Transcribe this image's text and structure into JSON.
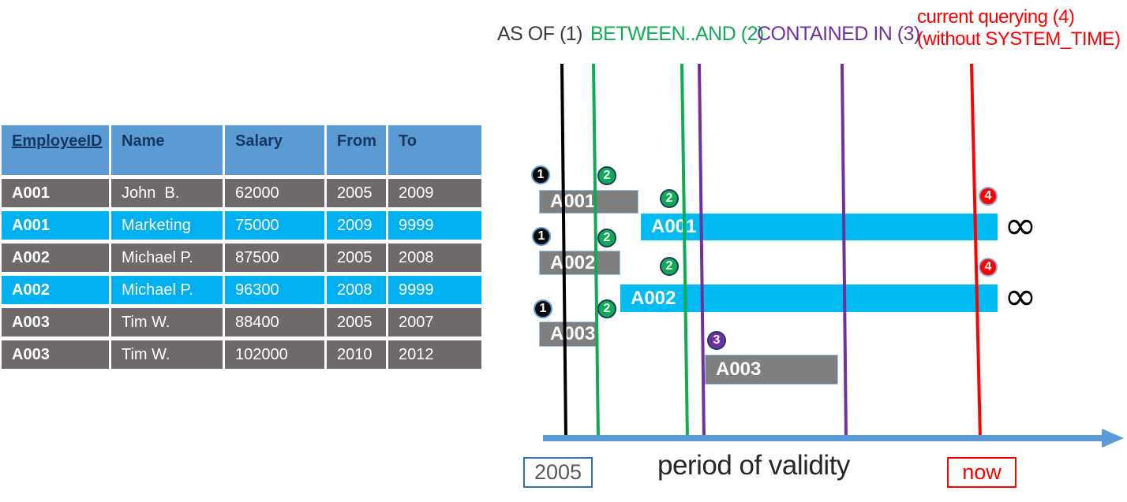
{
  "legend": {
    "as_of": "AS OF (1)",
    "between_and": "BETWEEN..AND (2)",
    "contained_in": "CONTAINED IN (3)",
    "current_querying_line1": "current querying (4)",
    "current_querying_line2": "(without SYSTEM_TIME)"
  },
  "table": {
    "headers": [
      "EmployeeID",
      "Name",
      "Salary",
      "From",
      "To"
    ],
    "rows": [
      {
        "cells": [
          "A001",
          "John  B.",
          "62000",
          "2005",
          "2009"
        ],
        "highlighted": false
      },
      {
        "cells": [
          "A001",
          "Marketing",
          "75000",
          "2009",
          "9999"
        ],
        "highlighted": true
      },
      {
        "cells": [
          "A002",
          "Michael P.",
          "87500",
          "2005",
          "2008"
        ],
        "highlighted": false
      },
      {
        "cells": [
          "A002",
          "Michael P.",
          "96300",
          "2008",
          "9999"
        ],
        "highlighted": true
      },
      {
        "cells": [
          "A003",
          "Tim W.",
          "88400",
          "2005",
          "2007"
        ],
        "highlighted": false
      },
      {
        "cells": [
          "A003",
          "Tim W.",
          "102000",
          "2010",
          "2012"
        ],
        "highlighted": false
      }
    ]
  },
  "diagram": {
    "bars": [
      {
        "label": "A001",
        "kind": "history"
      },
      {
        "label": "A001",
        "kind": "current"
      },
      {
        "label": "A002",
        "kind": "history"
      },
      {
        "label": "A002",
        "kind": "current"
      },
      {
        "label": "A003",
        "kind": "history"
      },
      {
        "label": "A003",
        "kind": "history"
      }
    ],
    "badges": [
      {
        "number": "1",
        "query": "AS OF"
      },
      {
        "number": "2",
        "query": "BETWEEN..AND"
      },
      {
        "number": "2",
        "query": "BETWEEN..AND"
      },
      {
        "number": "1",
        "query": "AS OF"
      },
      {
        "number": "2",
        "query": "BETWEEN..AND"
      },
      {
        "number": "2",
        "query": "BETWEEN..AND"
      },
      {
        "number": "1",
        "query": "AS OF"
      },
      {
        "number": "2",
        "query": "BETWEEN..AND"
      },
      {
        "number": "3",
        "query": "CONTAINED IN"
      },
      {
        "number": "4",
        "query": "current querying"
      },
      {
        "number": "4",
        "query": "current querying"
      }
    ],
    "infinity_symbol": "∞",
    "timeline": {
      "start_label": "2005",
      "axis_title": "period of validity",
      "now_label": "now"
    }
  },
  "colors": {
    "table_header_blue": "#5B9BD5",
    "table_row_gray": "#6E6A6A",
    "table_row_cyan": "#00B0F0",
    "bar_gray": "#7F7F7F",
    "bar_cyan": "#00BCF2",
    "as_of_black": "#000000",
    "between_green": "#0FAC55",
    "contained_purple": "#7030A0",
    "current_red": "#FF0000",
    "axis_blue": "#5B9BD5",
    "header_text_navy": "#17375E"
  }
}
